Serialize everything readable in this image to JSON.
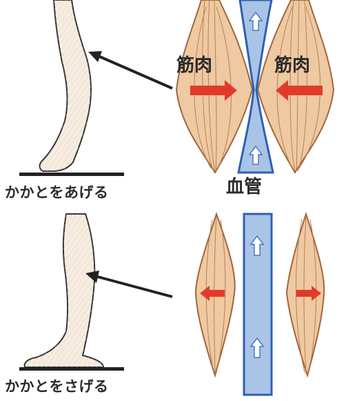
{
  "captions": {
    "raise_heel": "かかとをあげる",
    "lower_heel": "かかとをさげる"
  },
  "labels": {
    "muscle_left": "筋肉",
    "muscle_right": "筋肉",
    "blood_vessel": "血管"
  },
  "colors": {
    "background": "#ffffff",
    "muscle_fill": "#eec9a1",
    "muscle_outline": "#a0663c",
    "vessel_fill": "#a9c4e6",
    "vessel_outline": "#2f5fb3",
    "arrow_red": "#e23a2a",
    "leg_fill": "#f6ece0",
    "leg_outline": "#333333",
    "floor": "#222222"
  },
  "icons": {
    "flow_arrow": "white-up-arrow-icon",
    "force_arrow": "red-horizontal-arrow-icon",
    "pointer_arrow": "black-pointer-arrow-icon"
  }
}
